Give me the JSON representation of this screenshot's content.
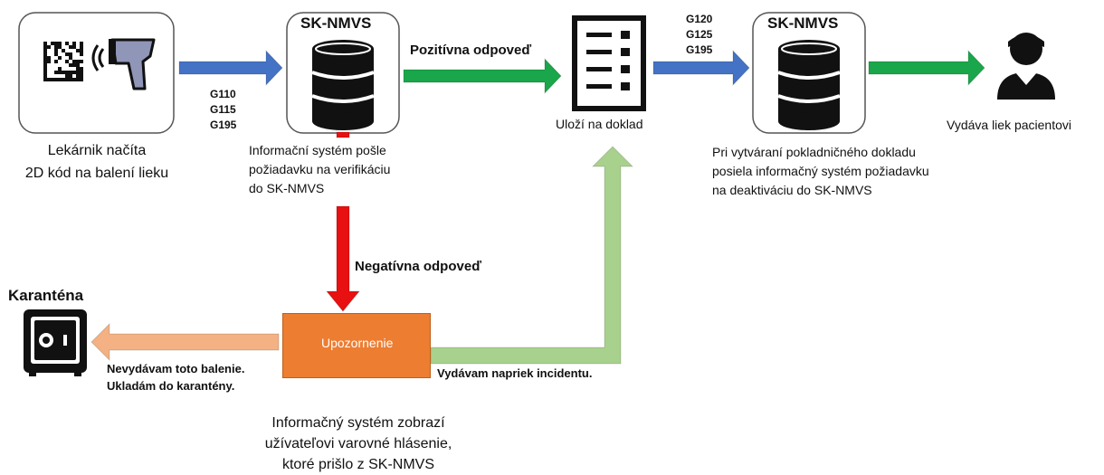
{
  "nodes": {
    "scanner_box": {
      "icons": [
        "datamatrix-code-icon",
        "barcode-scanner-icon"
      ]
    },
    "server1": {
      "label": "SK-NMVS",
      "icon": "database-icon"
    },
    "document": {
      "icon": "document-list-icon",
      "caption": "Uloží na doklad"
    },
    "server2": {
      "label": "SK-NMVS",
      "icon": "database-icon"
    },
    "patient": {
      "icon": "person-icon",
      "caption": "Vydáva liek pacientovi"
    },
    "quarantine": {
      "title": "Karanténa",
      "icon": "safe-icon"
    },
    "alert": {
      "label": "Upozornenie",
      "icon": "warning-icon"
    }
  },
  "arrows": {
    "scan_to_server": {
      "codes": [
        "G110",
        "G115",
        "G195"
      ],
      "color": "#4472c4"
    },
    "server_to_doc": {
      "label": "Pozitívna odpoveď",
      "color": "#1aa64a"
    },
    "doc_to_server2": {
      "codes": [
        "G120",
        "G125",
        "G195"
      ],
      "color": "#4472c4"
    },
    "server2_to_patient": {
      "color": "#1aa64a"
    },
    "server_to_alert": {
      "label": "Negatívna odpoveď",
      "color": "#e81010"
    },
    "alert_to_doc": {
      "label": "Vydávam napriek incidentu.",
      "color": "#a9d18e"
    },
    "alert_to_quarantine": {
      "label_lines": [
        "Nevydávam toto balenie.",
        "Ukladám do karantény."
      ],
      "color": "#f4b183"
    }
  },
  "texts": {
    "pharmacist_lines": [
      "Lekárnik načíta",
      "2D kód na balení lieku"
    ],
    "is_request_lines": [
      "Informační systém pošle",
      "požiadavku na verifikáciu",
      "do SK-NMVS"
    ],
    "deactivation_lines": [
      "Pri vytváraní pokladničného dokladu",
      "posiela informačný systém požiadavku",
      "na deaktiváciu do SK-NMVS"
    ],
    "warning_lines": [
      "Informačný systém zobrazí",
      "užívateľovi varovné hlásenie,",
      "ktoré prišlo z SK-NMVS"
    ]
  }
}
